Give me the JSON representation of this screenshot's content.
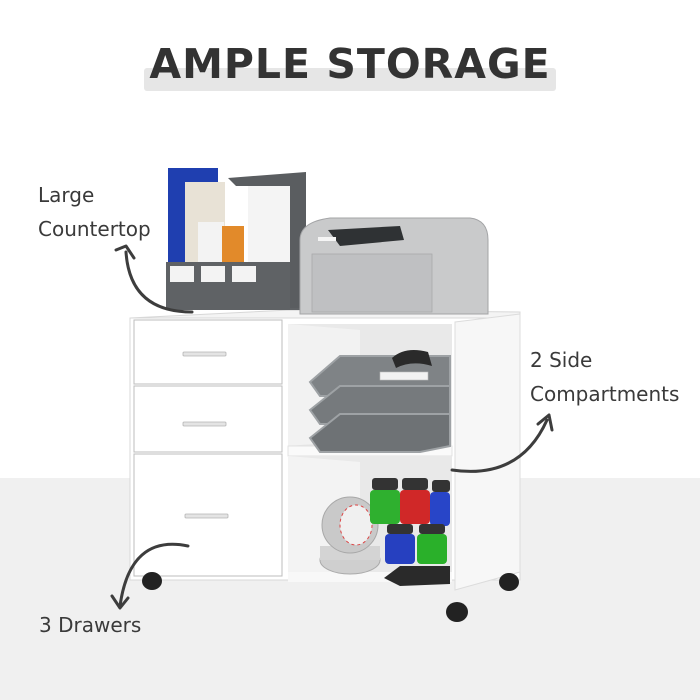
{
  "heading": {
    "title": "AMPLE STORAGE"
  },
  "callouts": [
    {
      "id": "countertop",
      "lines": [
        "Large",
        "Countertop"
      ]
    },
    {
      "id": "compartments",
      "lines": [
        "2 Side",
        "Compartments"
      ]
    },
    {
      "id": "drawers",
      "lines": [
        "3 Drawers"
      ]
    }
  ],
  "product": {
    "type": "mobile file cabinet",
    "color": "#ffffff",
    "drawer_count": 3,
    "open_compartments": 2,
    "casters": 4,
    "items_on_top": [
      "magazine file holder",
      "laser printer"
    ],
    "items_in_upper_compartment": [
      "letter trays (3)"
    ],
    "items_in_lower_compartment": [
      "tape rolls",
      "paint jars",
      "calculator"
    ]
  },
  "colors": {
    "title_text": "#333333",
    "title_bar": "#e6e6e6",
    "label_text": "#3a3a3a",
    "arrow": "#3d3d3d",
    "floor": "#f0f0f0"
  }
}
